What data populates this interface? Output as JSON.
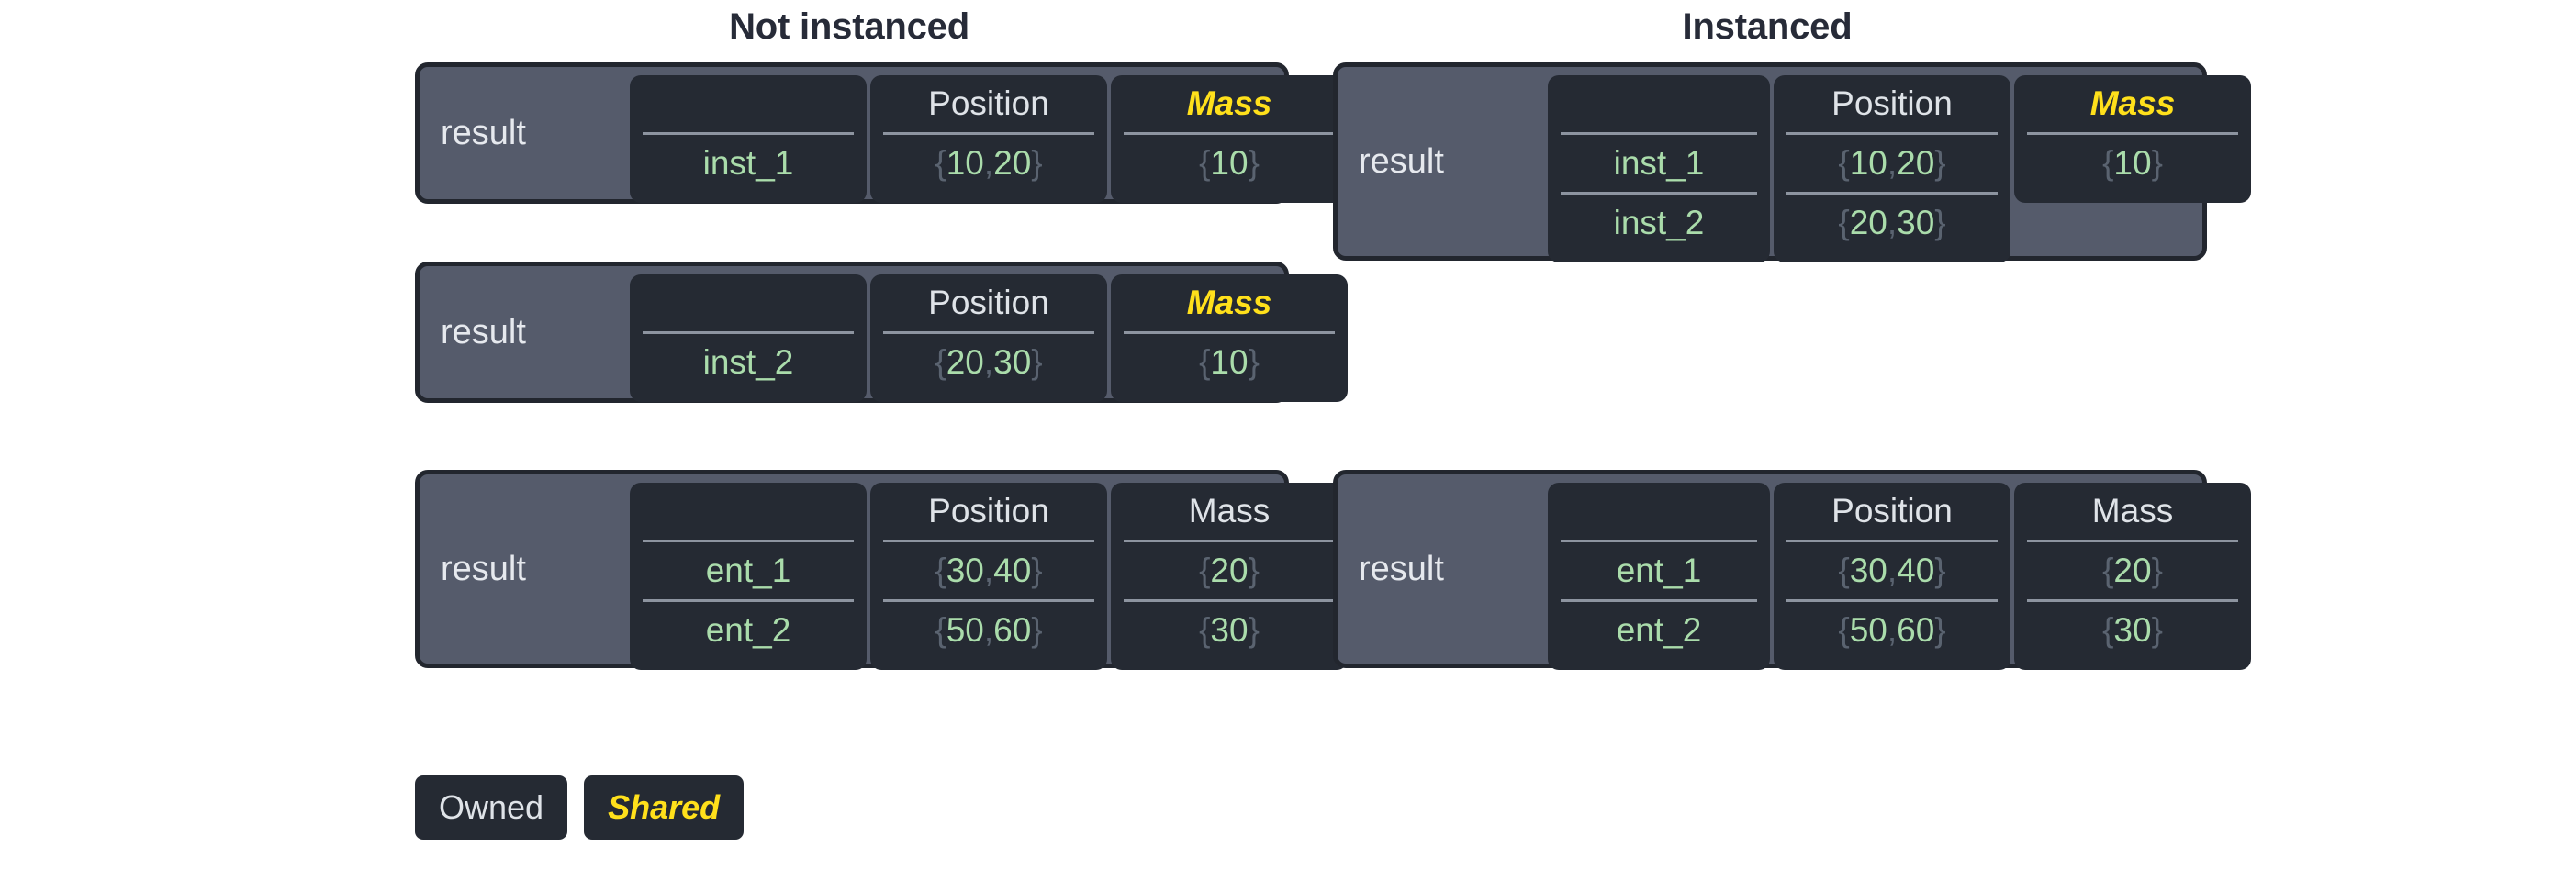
{
  "titles": {
    "left": "Not instanced",
    "right": "Instanced"
  },
  "labels": {
    "result": "result",
    "position": "Position",
    "mass": "Mass",
    "name_header": ""
  },
  "legend": {
    "owned": "Owned",
    "shared": "Shared"
  },
  "colors": {
    "page_background": "#ffffff",
    "title_text": "#272b38",
    "block_fill": "#555b6b",
    "block_border": "#22262e",
    "cell_fill": "#252a33",
    "header_text": "#dfe3e8",
    "shared_text": "#ffe01b",
    "value_text": "#aadcab",
    "brace_text": "#5a6370",
    "divider": "#8d94a0"
  },
  "not_instanced": {
    "blocks": [
      {
        "label": "result",
        "columns": [
          {
            "header": "",
            "shared": false,
            "values": [
              "inst_1"
            ]
          },
          {
            "header": "Position",
            "shared": false,
            "values": [
              "{10, 20}"
            ]
          },
          {
            "header": "Mass",
            "shared": true,
            "values": [
              "{10}"
            ]
          }
        ]
      },
      {
        "label": "result",
        "columns": [
          {
            "header": "",
            "shared": false,
            "values": [
              "inst_2"
            ]
          },
          {
            "header": "Position",
            "shared": false,
            "values": [
              "{20, 30}"
            ]
          },
          {
            "header": "Mass",
            "shared": true,
            "values": [
              "{10}"
            ]
          }
        ]
      },
      {
        "label": "result",
        "columns": [
          {
            "header": "",
            "shared": false,
            "values": [
              "ent_1",
              "ent_2"
            ]
          },
          {
            "header": "Position",
            "shared": false,
            "values": [
              "{30, 40}",
              "{50, 60}"
            ]
          },
          {
            "header": "Mass",
            "shared": false,
            "values": [
              "{20}",
              "{30}"
            ]
          }
        ]
      }
    ]
  },
  "instanced": {
    "blocks": [
      {
        "label": "result",
        "columns": [
          {
            "header": "",
            "shared": false,
            "values": [
              "inst_1",
              "inst_2"
            ]
          },
          {
            "header": "Position",
            "shared": false,
            "values": [
              "{10, 20}",
              "{20, 30}"
            ]
          },
          {
            "header": "Mass",
            "shared": true,
            "values": [
              "{10}"
            ]
          }
        ]
      },
      {
        "label": "result",
        "columns": [
          {
            "header": "",
            "shared": false,
            "values": [
              "ent_1",
              "ent_2"
            ]
          },
          {
            "header": "Position",
            "shared": false,
            "values": [
              "{30, 40}",
              "{50, 60}"
            ]
          },
          {
            "header": "Mass",
            "shared": false,
            "values": [
              "{20}",
              "{30}"
            ]
          }
        ]
      }
    ]
  }
}
